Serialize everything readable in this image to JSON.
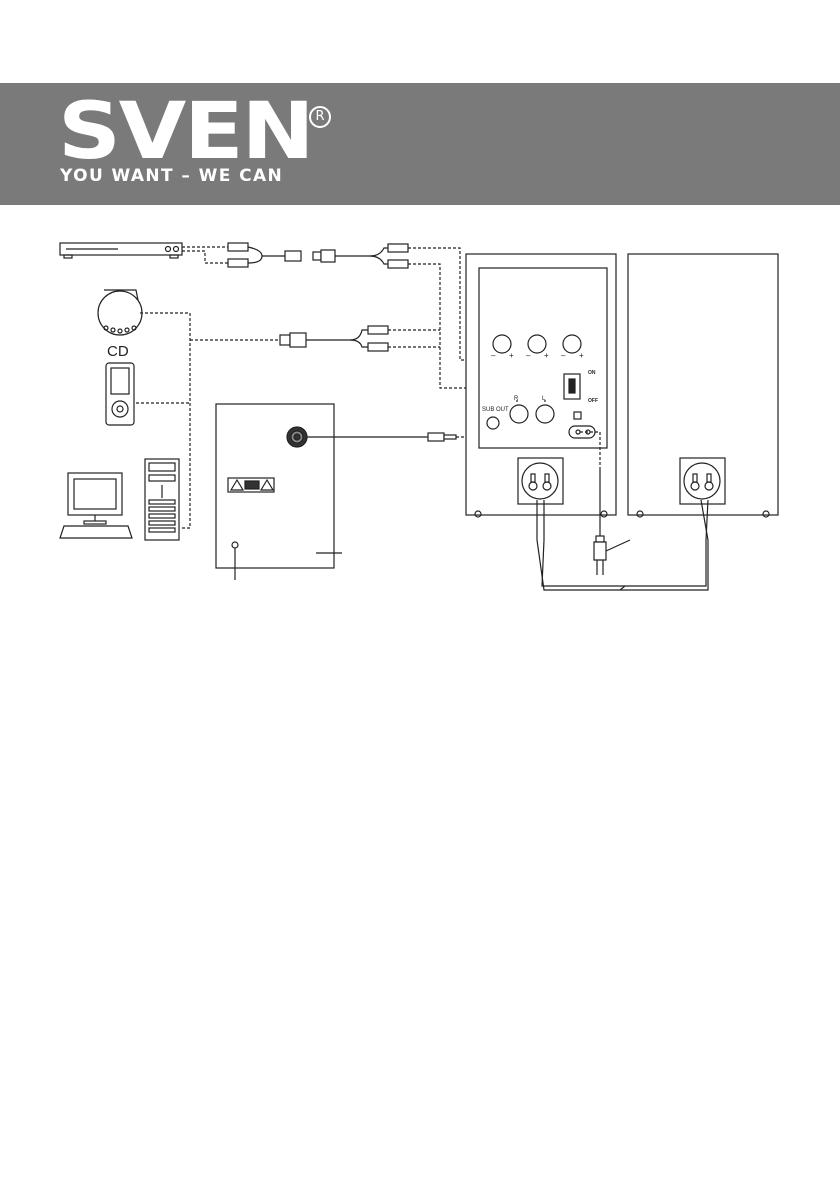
{
  "header": {
    "brand": "SVEN",
    "registered_mark": "R",
    "slogan": "YOU WANT – WE CAN",
    "banner_color": "#7a7a7a"
  },
  "sources": {
    "cd_label": "CD"
  },
  "speaker_panel": {
    "switch_on_label": "ON",
    "switch_off_label": "OFF",
    "sub_out_label": "SUB OUT",
    "input_left_label": "L",
    "input_right_label": "R",
    "knob_minus": "–",
    "knob_plus": "+"
  }
}
